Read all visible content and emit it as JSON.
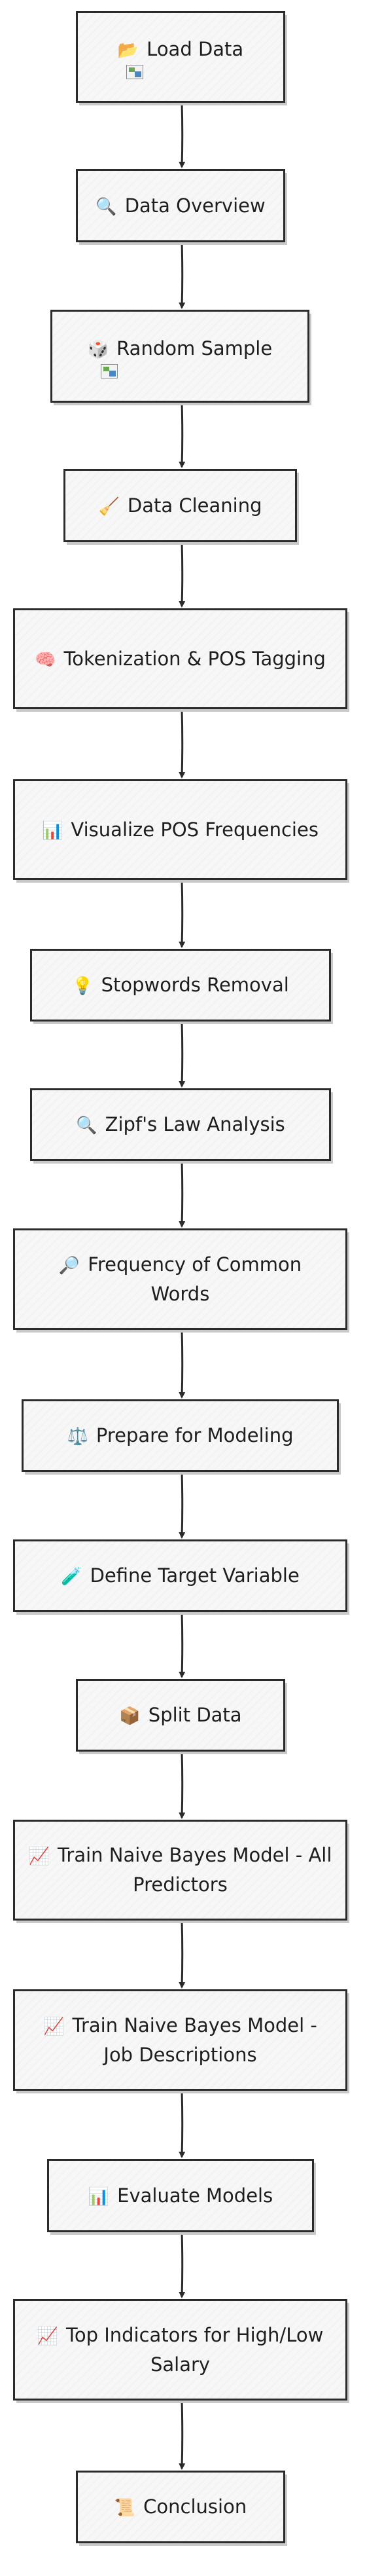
{
  "nodes": [
    {
      "id": "load",
      "icon": "📂",
      "label": "Load Data",
      "broken_image": true
    },
    {
      "id": "overview",
      "icon": "🔍",
      "label": "Data Overview",
      "broken_image": false
    },
    {
      "id": "sample",
      "icon": "🎲",
      "label": "Random Sample",
      "broken_image": true
    },
    {
      "id": "cleaning",
      "icon": "🧹",
      "label": "Data Cleaning",
      "broken_image": false
    },
    {
      "id": "tokenize",
      "icon": "🧠",
      "label": "Tokenization & POS Tagging",
      "broken_image": false
    },
    {
      "id": "viz_pos",
      "icon": "📊",
      "label": "Visualize POS Frequencies",
      "broken_image": false
    },
    {
      "id": "stopwords",
      "icon": "💡",
      "label": "Stopwords Removal",
      "broken_image": false
    },
    {
      "id": "zipf",
      "icon": "🔍",
      "label": "Zipf's Law Analysis",
      "broken_image": false
    },
    {
      "id": "freq",
      "icon": "🔎",
      "label": "Frequency of Common Words",
      "broken_image": false
    },
    {
      "id": "prepare",
      "icon": "⚖️",
      "label": "Prepare for Modeling",
      "broken_image": false
    },
    {
      "id": "target",
      "icon": "🧪",
      "label": "Define Target Variable",
      "broken_image": false
    },
    {
      "id": "split",
      "icon": "📦",
      "label": "Split Data",
      "broken_image": false
    },
    {
      "id": "nb_all",
      "icon": "📈",
      "label": "Train Naive Bayes Model - All Predictors",
      "broken_image": false
    },
    {
      "id": "nb_desc",
      "icon": "📈",
      "label": "Train Naive Bayes Model - Job Descriptions",
      "broken_image": false
    },
    {
      "id": "evaluate",
      "icon": "📊",
      "label": "Evaluate Models",
      "broken_image": false
    },
    {
      "id": "indicators",
      "icon": "📈",
      "label": "Top Indicators for High/Low Salary",
      "broken_image": false
    },
    {
      "id": "conclusion",
      "icon": "📜",
      "label": "Conclusion",
      "broken_image": false
    }
  ],
  "edges": [
    [
      "load",
      "overview"
    ],
    [
      "overview",
      "sample"
    ],
    [
      "sample",
      "cleaning"
    ],
    [
      "cleaning",
      "tokenize"
    ],
    [
      "tokenize",
      "viz_pos"
    ],
    [
      "viz_pos",
      "stopwords"
    ],
    [
      "stopwords",
      "zipf"
    ],
    [
      "zipf",
      "freq"
    ],
    [
      "freq",
      "prepare"
    ],
    [
      "prepare",
      "target"
    ],
    [
      "target",
      "split"
    ],
    [
      "split",
      "nb_all"
    ],
    [
      "nb_all",
      "nb_desc"
    ],
    [
      "nb_desc",
      "evaluate"
    ],
    [
      "evaluate",
      "indicators"
    ],
    [
      "indicators",
      "conclusion"
    ]
  ],
  "colors": {
    "stroke": "#2b2b2b",
    "fill": "#f7f7f7",
    "text": "#1e1e1e"
  }
}
